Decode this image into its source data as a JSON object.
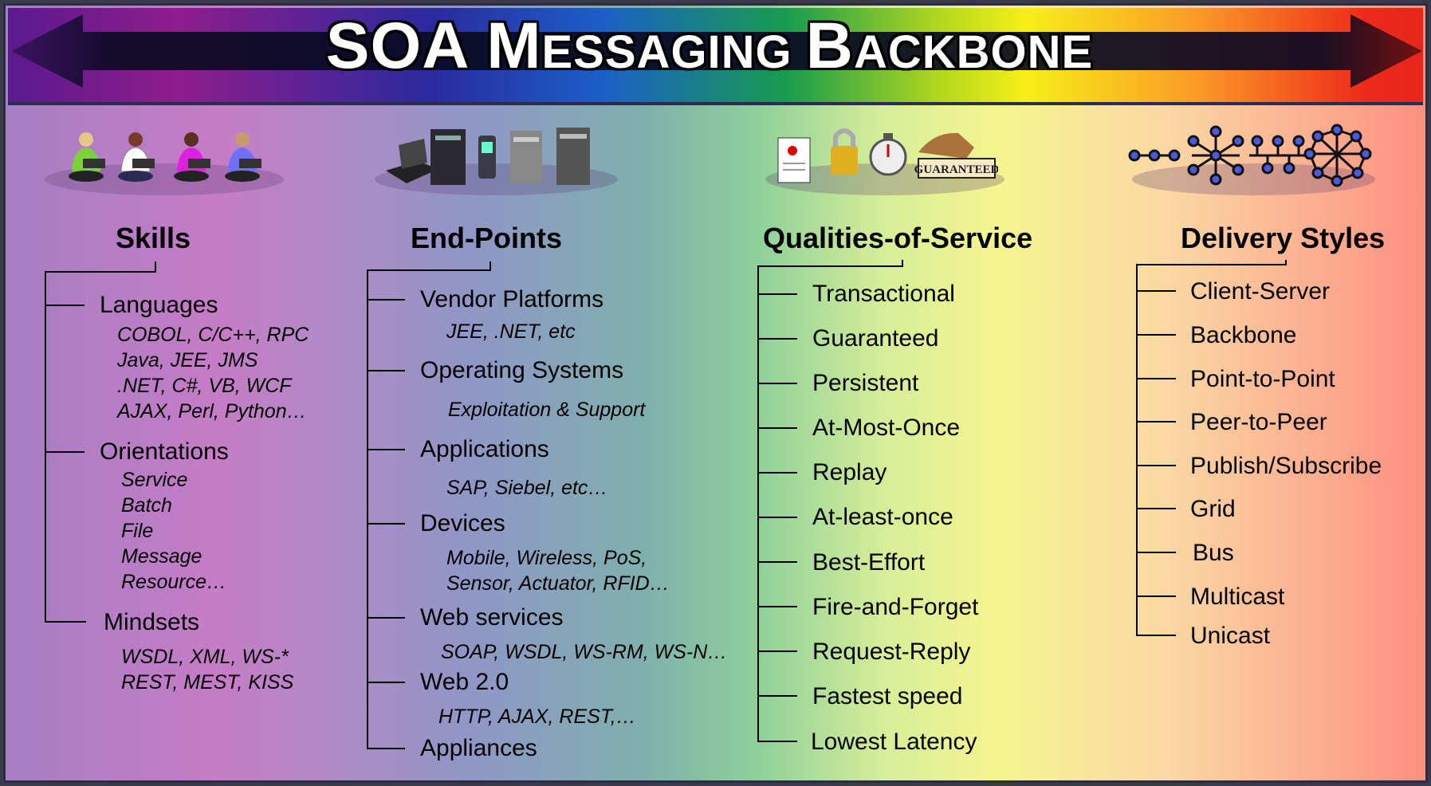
{
  "title": {
    "parts": [
      "SOA ",
      "M",
      "ESSAGING ",
      "B",
      "ACKBONE"
    ]
  },
  "columns": [
    {
      "heading": "Skills",
      "icon": "people-with-laptops-icon",
      "items": [
        {
          "label": "Languages",
          "subs": [
            "COBOL, C/C++, RPC",
            "Java, JEE, JMS",
            ".NET, C#, VB, WCF",
            "AJAX, Perl, Python…"
          ]
        },
        {
          "label": "Orientations",
          "subs": [
            "Service",
            "Batch",
            "File",
            "Message",
            "Resource…"
          ]
        },
        {
          "label": "Mindsets",
          "subs": [
            "WSDL, XML, WS-*",
            "REST, MEST, KISS"
          ]
        }
      ]
    },
    {
      "heading": "End-Points",
      "icon": "computers-and-devices-icon",
      "items": [
        {
          "label": "Vendor Platforms",
          "subs": [
            "JEE, .NET, etc"
          ]
        },
        {
          "label": "Operating Systems",
          "subs": [
            "Exploitation & Support"
          ]
        },
        {
          "label": "Applications",
          "subs": [
            "SAP, Siebel, etc…"
          ]
        },
        {
          "label": "Devices",
          "subs": [
            "Mobile, Wireless, PoS,",
            "Sensor, Actuator, RFID…"
          ]
        },
        {
          "label": "Web services",
          "subs": [
            "SOAP, WSDL, WS-RM, WS-N…"
          ]
        },
        {
          "label": "Web 2.0",
          "subs": [
            "HTTP, AJAX, REST,…"
          ]
        },
        {
          "label": "Appliances",
          "subs": []
        }
      ]
    },
    {
      "heading": "Qualities-of-Service",
      "icon": "certificate-lock-stopwatch-guaranteed-icon",
      "items": [
        "Transactional",
        "Guaranteed",
        "Persistent",
        "At-Most-Once",
        "Replay",
        "At-least-once",
        "Best-Effort",
        "Fire-and-Forget",
        "Request-Reply",
        "Fastest speed",
        "Lowest Latency"
      ],
      "stamp": "GUARANTEED"
    },
    {
      "heading": "Delivery Styles",
      "icon": "network-topologies-icon",
      "items": [
        "Client-Server",
        "Backbone",
        "Point-to-Point",
        "Peer-to-Peer",
        "Publish/Subscribe",
        "Grid",
        "Bus",
        "Multicast",
        "Unicast"
      ]
    }
  ],
  "colors": {
    "banner_left": "#5a1a8e",
    "banner_right": "#e5261a",
    "arrow": "#1a1030"
  }
}
